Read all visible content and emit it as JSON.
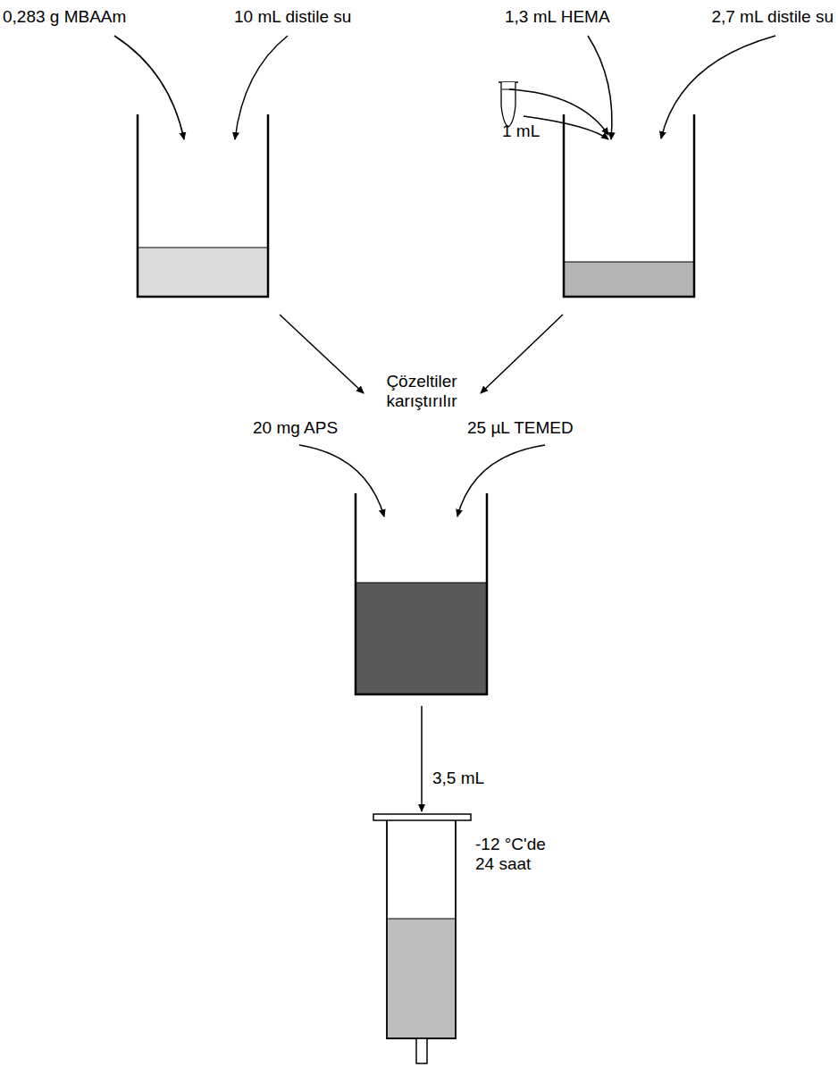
{
  "diagram": {
    "labels": [
      "0,283 g MBAAm",
      "10 mL distile su",
      "1,3 mL HEMA",
      "2,7 mL distile su",
      "1 mL",
      "Çözeltiler karıştırılır",
      "20 mg APS",
      "25 µL TEMED",
      "3,5 mL",
      "-12 °C'de 24 saat"
    ]
  }
}
